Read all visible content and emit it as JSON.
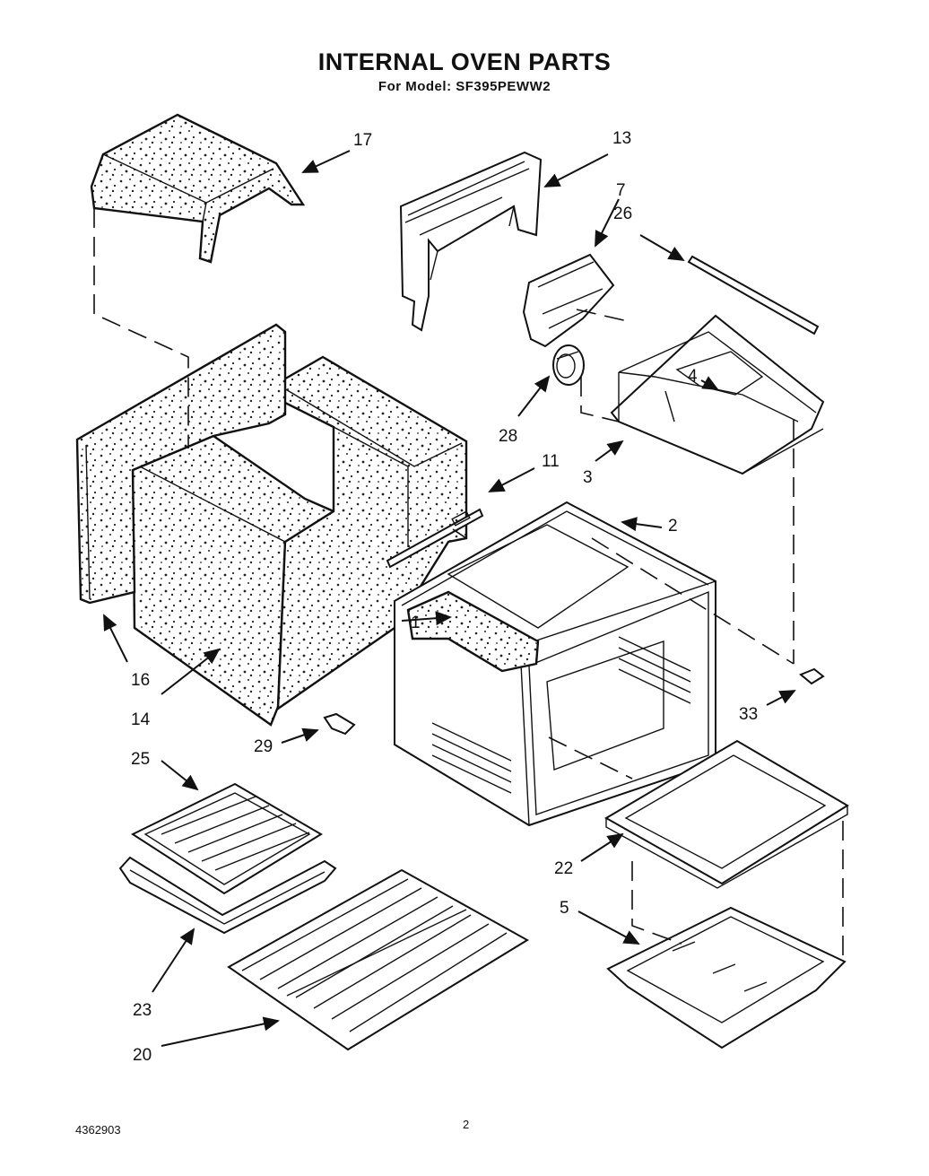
{
  "title": "INTERNAL OVEN PARTS",
  "subtitle": "For Model: SF395PEWW2",
  "footer": {
    "doc_number": "4362903",
    "page_number": "2"
  },
  "callouts": {
    "p1": "1",
    "p2": "2",
    "p3": "3",
    "p4": "4",
    "p5": "5",
    "p7": "7",
    "p11": "11",
    "p13": "13",
    "p14": "14",
    "p16": "16",
    "p17": "17",
    "p20": "20",
    "p22": "22",
    "p23": "23",
    "p25": "25",
    "p26": "26",
    "p28": "28",
    "p29": "29",
    "p33": "33"
  }
}
